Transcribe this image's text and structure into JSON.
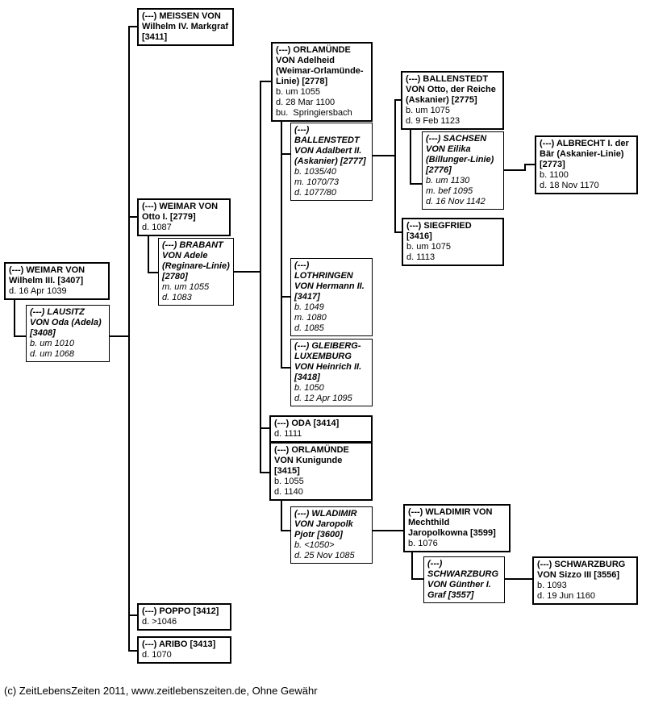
{
  "footer": {
    "text": "(c) ZeitLebensZeiten 2011, www.zeitlebenszeiten.de, Ohne Gewähr"
  },
  "colors": {
    "box_border": "#000000",
    "connector": "#000000",
    "text": "#000000",
    "background": "#ffffff"
  },
  "boxes": [
    {
      "id": "3411",
      "kind": "descendant",
      "title": "(---) MEISSEN VON Wilhelm IV. Markgraf [3411]",
      "details": []
    },
    {
      "id": "2778",
      "kind": "descendant",
      "title": "(---) ORLAMÜNDE VON Adelheid (Weimar-Orlamünde-Linie) [2778]",
      "details": [
        "b. um 1055",
        "d. 28 Mar 1100",
        "bu.  Springiersbach"
      ]
    },
    {
      "id": "2775",
      "kind": "descendant",
      "title": "(---) BALLENSTEDT VON Otto, der Reiche (Askanier) [2775]",
      "details": [
        "b. um 1075",
        "d. 9 Feb 1123"
      ]
    },
    {
      "id": "2777",
      "kind": "spouse",
      "title": "(---) BALLENSTEDT VON Adalbert II. (Askanier) [2777]",
      "details": [
        "b. 1035/40",
        "m. 1070/73",
        "d. 1077/80"
      ]
    },
    {
      "id": "2776",
      "kind": "spouse",
      "title": "(---) SACHSEN VON Eilika (Billunger-Linie) [2776]",
      "details": [
        "b. um 1130",
        "m. bef 1095",
        "d. 16 Nov 1142"
      ]
    },
    {
      "id": "2773",
      "kind": "descendant",
      "title": "(---) ALBRECHT I. der Bär (Askanier-Linie) [2773]",
      "details": [
        "b. 1100",
        "d. 18 Nov 1170"
      ]
    },
    {
      "id": "3416",
      "kind": "descendant",
      "title": "(---) SIEGFRIED [3416]",
      "details": [
        "b. um 1075",
        "d. 1113"
      ]
    },
    {
      "id": "2779",
      "kind": "descendant",
      "title": "(---) WEIMAR VON Otto I. [2779]",
      "details": [
        "d. 1087"
      ]
    },
    {
      "id": "2780",
      "kind": "spouse",
      "title": "(---) BRABANT VON Adele (Reginare-Linie) [2780]",
      "details": [
        "m. um 1055",
        "d. 1083"
      ]
    },
    {
      "id": "3407",
      "kind": "descendant",
      "title": "(---) WEIMAR VON Wilhelm III. [3407]",
      "details": [
        "d. 16 Apr 1039"
      ]
    },
    {
      "id": "3408",
      "kind": "spouse",
      "title": "(---) LAUSITZ VON Oda (Adela) [3408]",
      "details": [
        "b. um 1010",
        "d. um 1068"
      ]
    },
    {
      "id": "3417",
      "kind": "spouse",
      "title": "(---) LOTHRINGEN VON Hermann II. [3417]",
      "details": [
        "b. 1049",
        "m. 1080",
        "d. 1085"
      ]
    },
    {
      "id": "3418",
      "kind": "spouse",
      "title": "(---) GLEIBERG-LUXEMBURG VON Heinrich II. [3418]",
      "details": [
        "b. 1050",
        "d. 12 Apr 1095"
      ]
    },
    {
      "id": "3414",
      "kind": "descendant",
      "title": "(---) ODA [3414]",
      "details": [
        "d. 1111"
      ]
    },
    {
      "id": "3415",
      "kind": "descendant",
      "title": "(---) ORLAMÜNDE VON Kunigunde [3415]",
      "details": [
        "b. 1055",
        "d. 1140"
      ]
    },
    {
      "id": "3600",
      "kind": "spouse",
      "title": "(---) WLADIMIR VON Jaropolk Pjotr [3600]",
      "details": [
        "b. <1050>",
        "d. 25 Nov 1085"
      ]
    },
    {
      "id": "3599",
      "kind": "descendant",
      "title": "(---) WLADIMIR VON Mechthild Jaropolkowna [3599]",
      "details": [
        "b. 1076"
      ]
    },
    {
      "id": "3557",
      "kind": "spouse",
      "title": "(---) SCHWARZBURG VON Günther I. Graf [3557]",
      "details": []
    },
    {
      "id": "3556",
      "kind": "descendant",
      "title": "(---) SCHWARZBURG VON Sizzo III [3556]",
      "details": [
        "b. 1093",
        "d. 19 Jun 1160"
      ]
    },
    {
      "id": "3412",
      "kind": "descendant",
      "title": "(---) POPPO [3412]",
      "details": [
        "d. >1046"
      ]
    },
    {
      "id": "3413",
      "kind": "descendant",
      "title": "(---) ARIBO [3413]",
      "details": [
        "d. 1070"
      ]
    }
  ]
}
